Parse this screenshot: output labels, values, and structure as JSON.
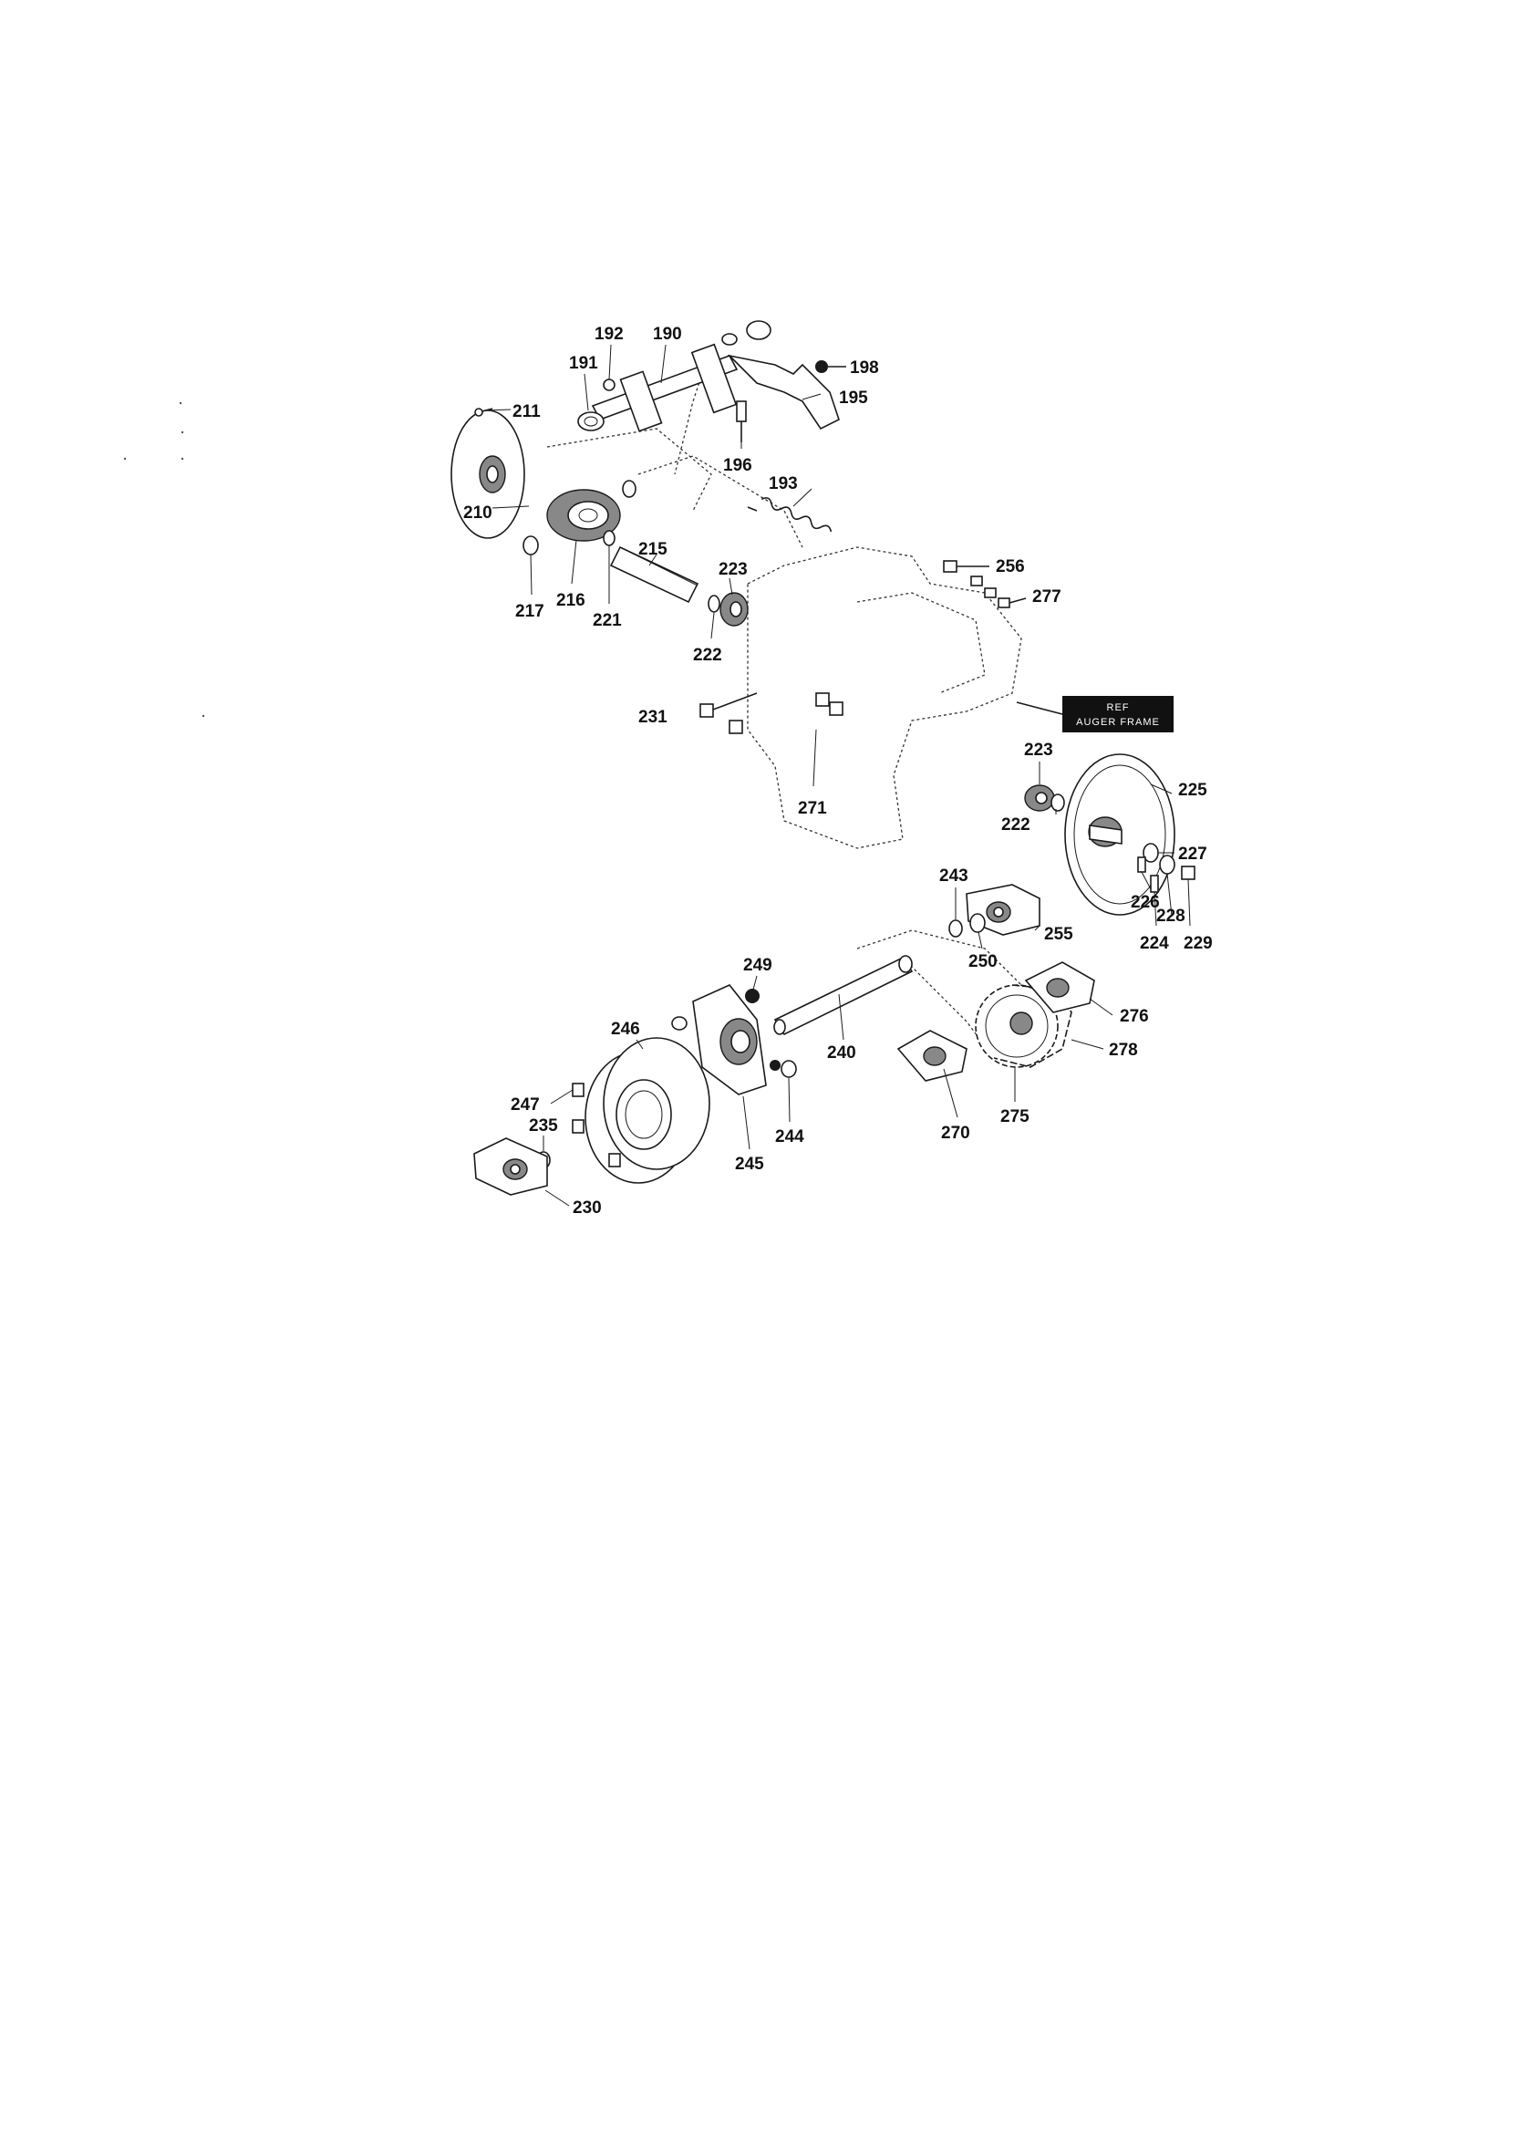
{
  "diagram": {
    "ref_label": {
      "line1": "REF",
      "line2": "AUGER FRAME"
    },
    "part_numbers": {
      "p192": "192",
      "p190": "190",
      "p191": "191",
      "p198": "198",
      "p211": "211",
      "p195": "195",
      "p196": "196",
      "p193": "193",
      "p210": "210",
      "p215": "215",
      "p223a": "223",
      "p256": "256",
      "p277": "277",
      "p217": "217",
      "p216": "216",
      "p221": "221",
      "p222a": "222",
      "p231": "231",
      "p271": "271",
      "p223b": "223",
      "p225": "225",
      "p222b": "222",
      "p227": "227",
      "p243": "243",
      "p226": "226",
      "p228": "228",
      "p255": "255",
      "p250": "250",
      "p224": "224",
      "p229": "229",
      "p249": "249",
      "p276": "276",
      "p246": "246",
      "p240": "240",
      "p278": "278",
      "p247": "247",
      "p244": "244",
      "p235": "235",
      "p270": "270",
      "p275": "275",
      "p245": "245",
      "p230": "230"
    }
  }
}
